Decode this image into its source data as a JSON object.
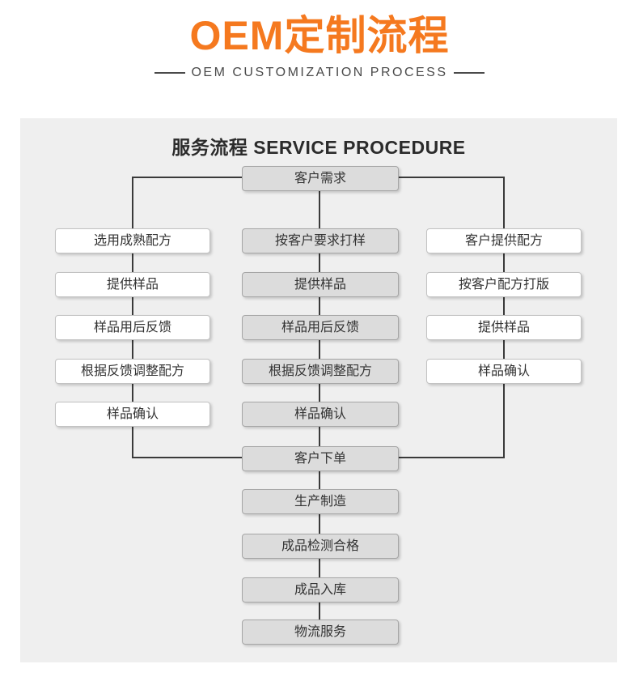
{
  "header": {
    "title": "OEM定制流程",
    "subtitle": "OEM CUSTOMIZATION PROCESS"
  },
  "section": {
    "title": "服务流程 SERVICE PROCEDURE"
  },
  "flow": {
    "top": "客户需求",
    "columns": {
      "left": [
        "选用成熟配方",
        "提供样品",
        "样品用后反馈",
        "根据反馈调整配方",
        "样品确认"
      ],
      "middle": [
        "按客户要求打样",
        "提供样品",
        "样品用后反馈",
        "根据反馈调整配方",
        "样品确认"
      ],
      "right": [
        "客户提供配方",
        "按客户配方打版",
        "提供样品",
        "样品确认"
      ]
    },
    "bottom": [
      "客户下单",
      "生产制造",
      "成品检测合格",
      "成品入库",
      "物流服务"
    ]
  },
  "colors": {
    "accent_orange": "#f5791f",
    "panel_gray": "#efefef",
    "node_gray": "#dcdcdc",
    "node_white": "#ffffff",
    "line": "#3a3a3a"
  }
}
